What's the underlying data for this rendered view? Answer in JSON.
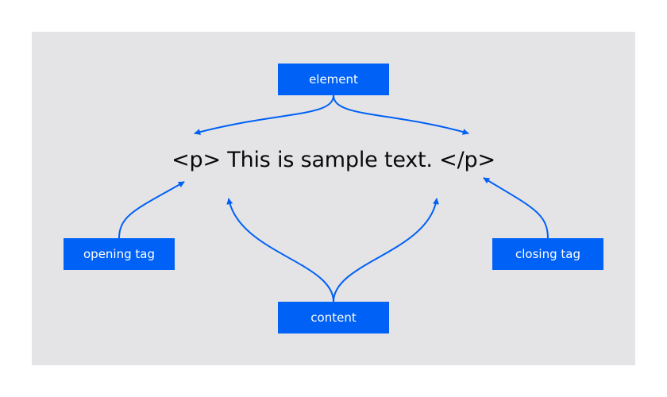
{
  "diagram": {
    "labels": {
      "element": "element",
      "opening_tag": "opening tag",
      "closing_tag": "closing tag",
      "content": "content"
    },
    "sample_code": "<p> This is sample text. </p>"
  },
  "colors": {
    "background": "#e4e4e6",
    "accent": "#0061f6",
    "text": "#0a0a0a",
    "label_text": "#ffffff"
  }
}
